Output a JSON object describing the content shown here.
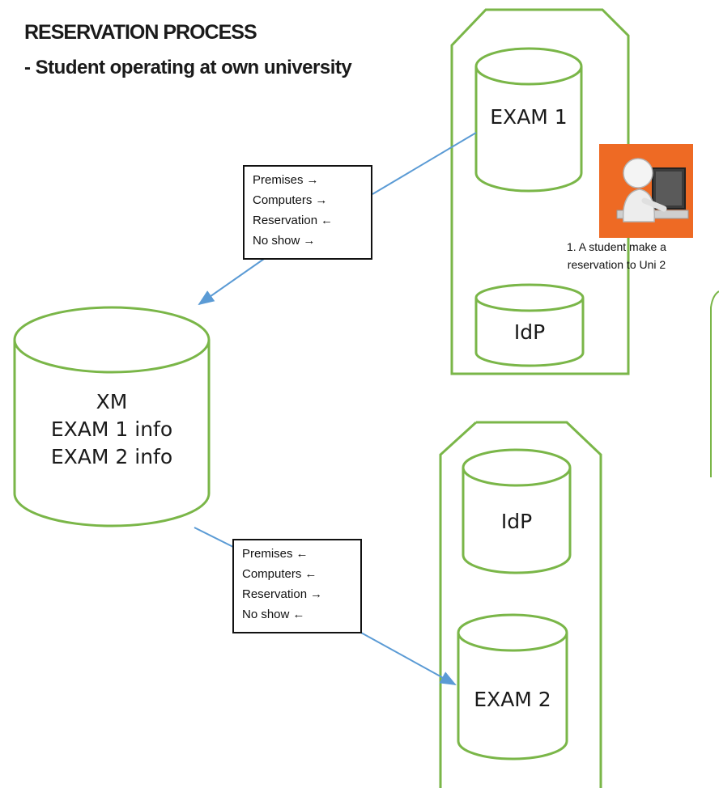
{
  "title": {
    "line1": "RESERVATION PROCESS",
    "line2": "- Student operating at own university"
  },
  "university1": {
    "databases": [
      {
        "label": "EXAM 1"
      },
      {
        "label": "IdP"
      }
    ]
  },
  "university2": {
    "databases": [
      {
        "label": "IdP"
      },
      {
        "label": "EXAM 2"
      }
    ]
  },
  "xm_database": {
    "lines": [
      "XM",
      "EXAM 1 info",
      "EXAM 2 info"
    ]
  },
  "note_top": {
    "rows": [
      {
        "label": "Premises",
        "arrow": "→"
      },
      {
        "label": "Computers",
        "arrow": "→"
      },
      {
        "label": "Reservation",
        "arrow": "←"
      },
      {
        "label": "No show",
        "arrow": "→"
      }
    ]
  },
  "note_bottom": {
    "rows": [
      {
        "label": "Premises",
        "arrow": "←"
      },
      {
        "label": "Computers",
        "arrow": "←"
      },
      {
        "label": "Reservation",
        "arrow": "→"
      },
      {
        "label": "No show",
        "arrow": "←"
      }
    ]
  },
  "student": {
    "icon": "student-at-computer-icon",
    "caption_line1": "1. A student make a",
    "caption_line2": "reservation to Uni 2"
  },
  "colors": {
    "outline": "#7ab648",
    "connector": "#5b9bd5",
    "icon_bg": "#ee6a24",
    "note_border": "#111111"
  }
}
